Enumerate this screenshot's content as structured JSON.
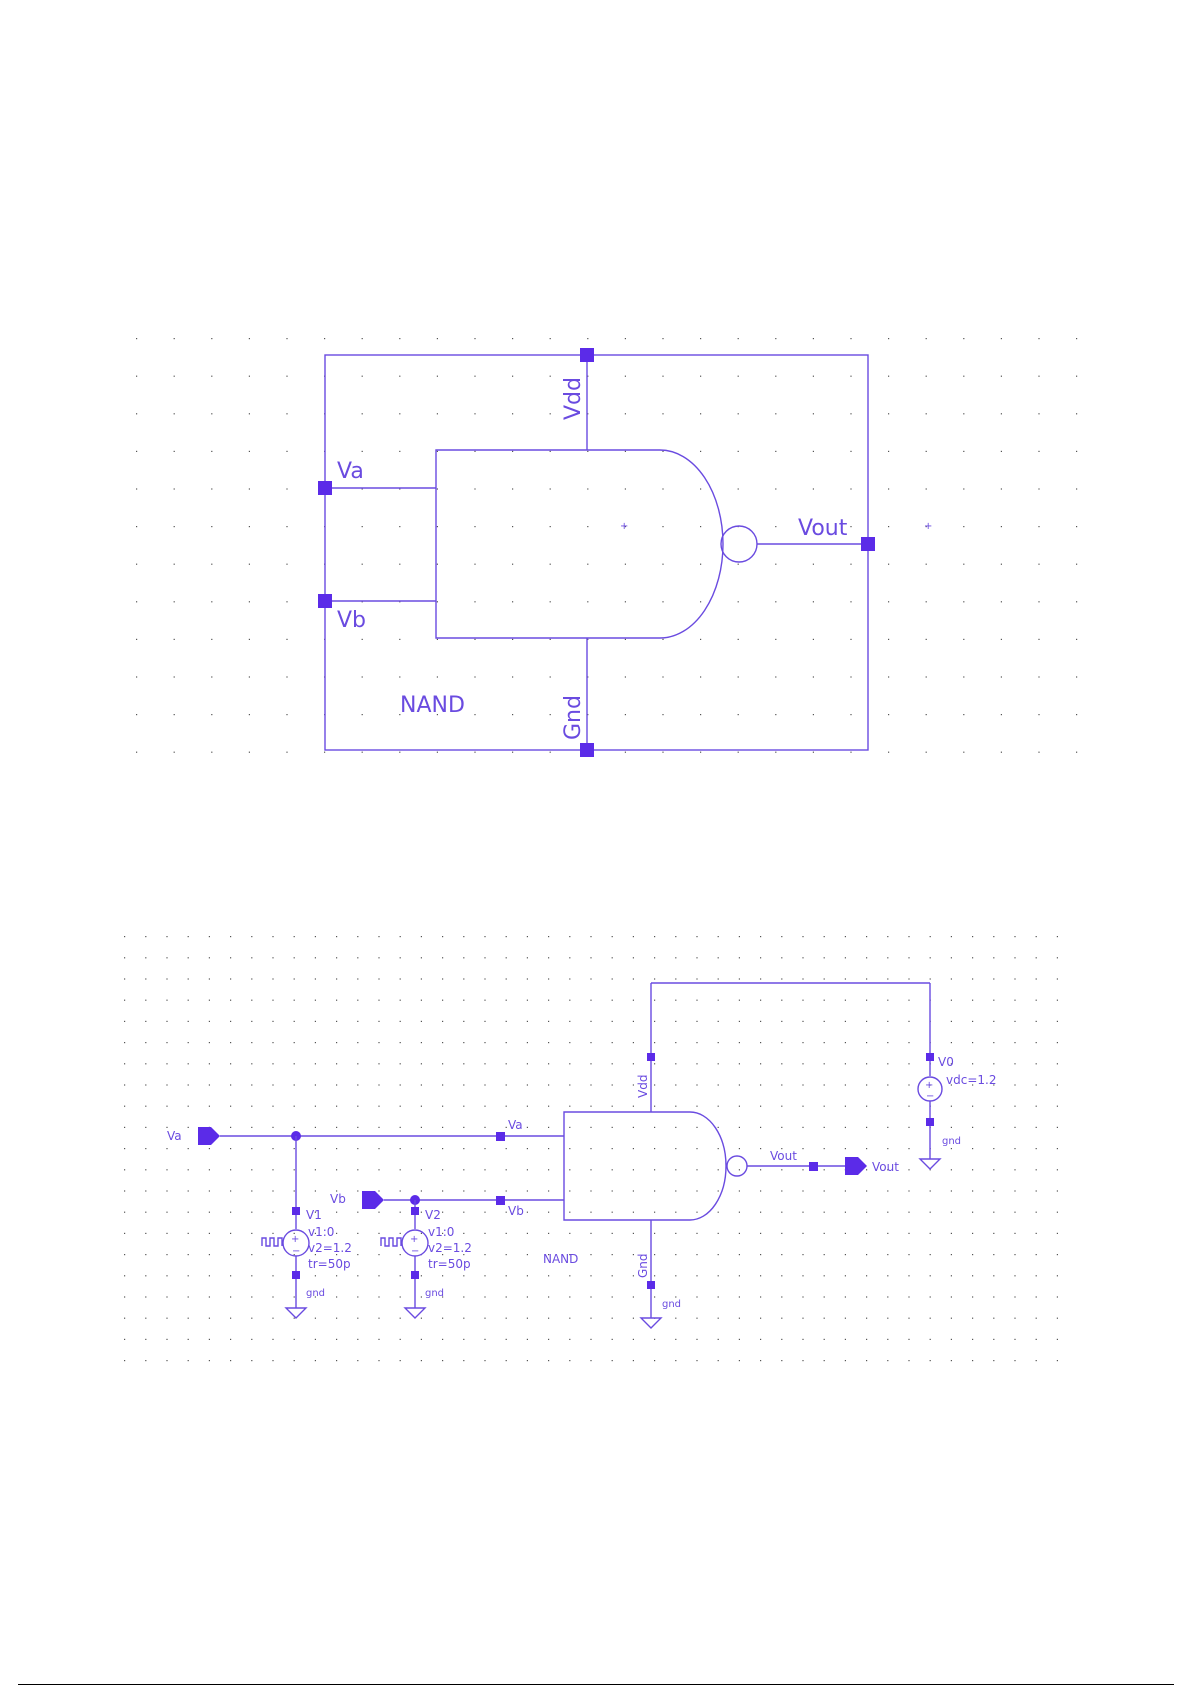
{
  "symbol": {
    "pins": {
      "vdd": "Vdd",
      "va": "Va",
      "vb": "Vb",
      "vout": "Vout",
      "gnd": "Gnd"
    },
    "cell_name": "NAND"
  },
  "schematic": {
    "ports": {
      "va": "Va",
      "vb": "Vb",
      "vout": "Vout"
    },
    "instance": {
      "cell_name": "NAND",
      "pin_va": "Va",
      "pin_vb": "Vb",
      "pin_vdd": "Vdd",
      "pin_gnd": "Gnd",
      "pin_vout": "Vout"
    },
    "sources": [
      {
        "name": "V1",
        "params": [
          "v1:0",
          "v2=1.2",
          "tr=50p"
        ],
        "ground": "gnd"
      },
      {
        "name": "V2",
        "params": [
          "v1:0",
          "v2=1.2",
          "tr=50p"
        ],
        "ground": "gnd"
      },
      {
        "name": "V0",
        "params": [
          "vdc=1.2"
        ],
        "ground": "gnd"
      }
    ],
    "gate_ground": "gnd"
  },
  "colors": {
    "wire": "#6a4be0",
    "pin": "#5b2be8",
    "grid_dot": "#555555"
  }
}
